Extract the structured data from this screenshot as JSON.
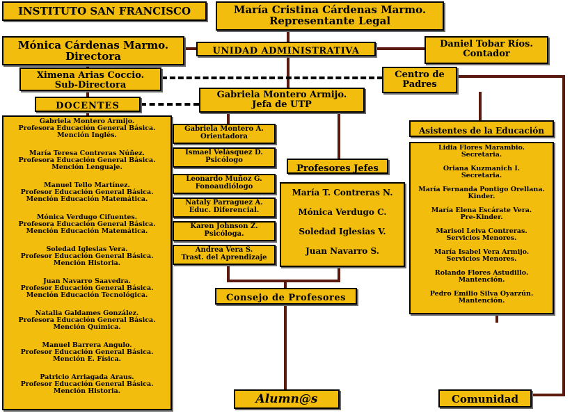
{
  "header": {
    "institute": "INSTITUTO  SAN  FRANCISCO",
    "legal_name": "María Cristina Cárdenas Marmo.",
    "legal_role": "Representante Legal"
  },
  "directora": {
    "name": "Mónica Cárdenas Marmo.",
    "role": "Directora"
  },
  "admin_unit": "UNIDAD ADMINISTRATIVA",
  "contador": {
    "name": "Daniel Tobar Ríos.",
    "role": "Contador"
  },
  "subdirectora": {
    "name": "Ximena Arias Coccio.",
    "role": "Sub-Directora"
  },
  "centro_padres": {
    "line1": "Centro de",
    "line2": "Padres"
  },
  "docentes": {
    "label": "DOCENTES",
    "items": [
      {
        "name": "Gabriela Montero Armijo.",
        "l2": "Profesora Educación General Básica.",
        "l3": "Mención Inglés."
      },
      {
        "name": "María Teresa Contreras Núñez.",
        "l2": "Profesora Educación General Básica.",
        "l3": "Mención Lenguaje."
      },
      {
        "name": "Manuel Tello Martínez.",
        "l2": "Profesor Educación General Básica.",
        "l3": "Mención Educación Matemática."
      },
      {
        "name": "Mónica Verdugo Cifuentes.",
        "l2": "Profesora Educación General Básica.",
        "l3": "Mención Educación Matemática."
      },
      {
        "name": "Soledad Iglesias Vera.",
        "l2": "Profesor Educación General Básica.",
        "l3": "Mención Historia."
      },
      {
        "name": "Juan Navarro Saavedra.",
        "l2": "Profesor Educación General Básica.",
        "l3": "Mención Educación Tecnológica."
      },
      {
        "name": "Natalia Galdames González.",
        "l2": "Profesora Educación General Básica.",
        "l3": "Mención Química."
      },
      {
        "name": "Manuel Barrera Angulo.",
        "l2": "Profesor Educación General Básica.",
        "l3": "Mención E. Física."
      },
      {
        "name": "Patricio Arriagada Araus.",
        "l2": "Profesor Educación General Básica.",
        "l3": "Mención Historia."
      }
    ]
  },
  "utp": {
    "name": "Gabriela Montero Armijo.",
    "role": "Jefa de UTP"
  },
  "utp_staff": [
    {
      "name": "Gabriela Montero A.",
      "role": "Orientadora"
    },
    {
      "name": "Ismael Velásquez D.",
      "role": "Psicólogo"
    },
    {
      "name": "Leonardo Muñoz G.",
      "role": "Fonoaudiólogo"
    },
    {
      "name": "Nataly Parraguez A.",
      "role": "Educ. Diferencial."
    },
    {
      "name": "Karen Johnson Z.",
      "role": "Psicóloga."
    },
    {
      "name": "Andrea Vera S.",
      "role": "Trast. del Aprendizaje"
    }
  ],
  "profesores_jefes": {
    "label": "Profesores Jefes",
    "items": [
      "María T. Contreras N.",
      "Mónica Verdugo C.",
      "Soledad Iglesias V.",
      "Juan Navarro S."
    ]
  },
  "asistentes": {
    "label": "Asistentes de la Educación",
    "items": [
      {
        "name": "Lidia Flores Marambio.",
        "role": "Secretaria."
      },
      {
        "name": "Oriana Kuzmanich I.",
        "role": "Secretaria."
      },
      {
        "name": "María Fernanda Pontigo Orellana.",
        "role": "Kinder."
      },
      {
        "name": "María Elena Escárate Vera.",
        "role": "Pre-Kinder."
      },
      {
        "name": "Marisol Leiva Contreras.",
        "role": "Servicios Menores."
      },
      {
        "name": "María Isabel Vera Armijo.",
        "role": "Servicios Menores."
      },
      {
        "name": "Rolando Flores Astudillo.",
        "role": "Mantención."
      },
      {
        "name": "Pedro Emilio Silva Oyarzún.",
        "role": "Mantención."
      }
    ]
  },
  "consejo": "Consejo de Profesores",
  "alumnos": "Alumn@s",
  "comunidad": "Comunidad"
}
